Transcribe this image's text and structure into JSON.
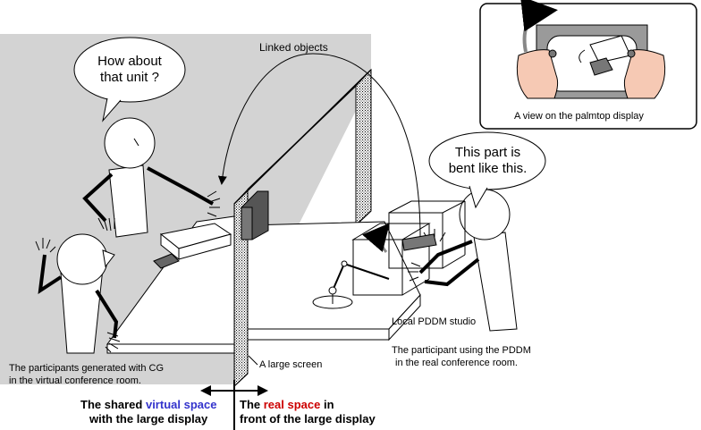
{
  "bubbles": {
    "left": "How about\nthat unit ?",
    "right": "This part is\nbent like this."
  },
  "labels": {
    "linked_objects": "Linked objects",
    "palmtop_caption": "A view on the palmtop display",
    "local_pddm_studio": "Local PDDM studio",
    "participant_pddm_line1": "The participant using the PDDM",
    "participant_pddm_line2": "in the real conference room.",
    "participants_cg_line1": "The participants generated with CG",
    "participants_cg_line2": "in the virtual conference room.",
    "large_screen": "A large screen"
  },
  "bottom": {
    "left_pre": "The shared ",
    "left_highlight": "virtual space",
    "left_line2": "with the large display",
    "right_pre": "The ",
    "right_highlight": "real space",
    "right_post": " in",
    "right_line2": "front of the large display"
  },
  "colors": {
    "virtual_gray": "#d3d3d3",
    "virtual_highlight": "#3333cc",
    "real_highlight": "#cc0000",
    "hand_pink": "#f6c9b4"
  }
}
